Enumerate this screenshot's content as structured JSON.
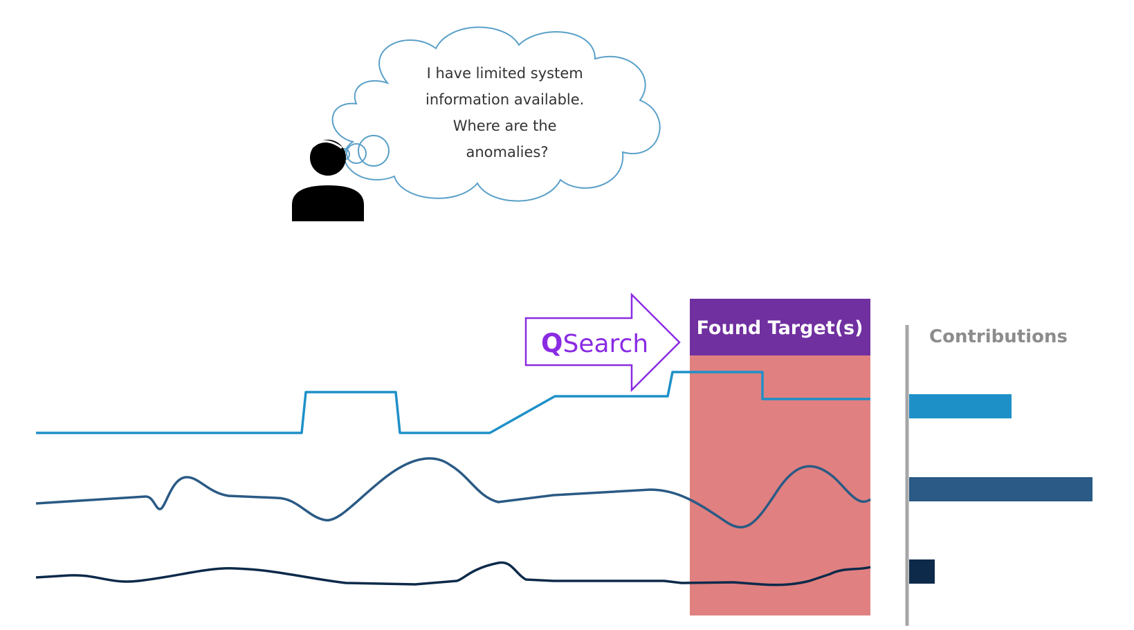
{
  "thought_bubble": {
    "lines": [
      "I have limited system",
      "information available.",
      "Where are the",
      "anomalies?"
    ]
  },
  "search_arrow": {
    "q_letter": "Q",
    "rest": "Search",
    "color": "#8a2be2"
  },
  "target_region": {
    "label": "Found Target(s)",
    "header_color": "#7030a0",
    "fill_color": "#e08080"
  },
  "contributions": {
    "title": "Contributions",
    "bars": [
      {
        "value": 0.56,
        "color": "#1e90c8"
      },
      {
        "value": 1.0,
        "color": "#2a5a85"
      },
      {
        "value": 0.14,
        "color": "#0d2a4a"
      }
    ]
  },
  "signals": [
    {
      "name": "signal-1",
      "color": "#1e90c8"
    },
    {
      "name": "signal-2",
      "color": "#2a5a85"
    },
    {
      "name": "signal-3",
      "color": "#0d2a4a"
    }
  ],
  "icons": {
    "person": "person-thinking-icon",
    "cloud": "thought-cloud-icon",
    "arrow": "right-arrow-icon"
  }
}
